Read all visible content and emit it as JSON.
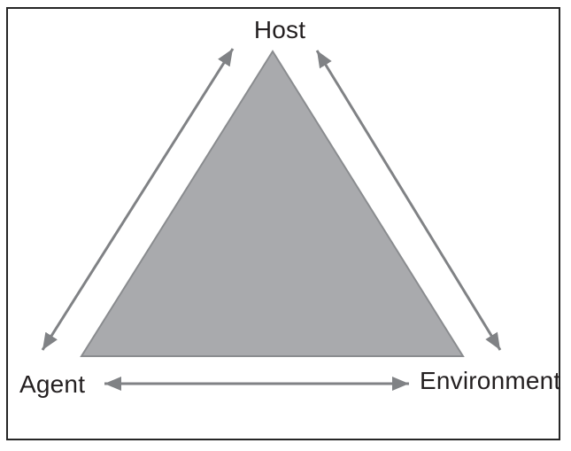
{
  "diagram": {
    "type": "epidemiologic-triangle",
    "nodes": {
      "host": {
        "label": "Host",
        "position": "top"
      },
      "agent": {
        "label": "Agent",
        "position": "bottom-left"
      },
      "environment": {
        "label": "Environment",
        "position": "bottom-right"
      }
    },
    "edges": [
      {
        "from": "Host",
        "to": "Agent",
        "style": "double-headed-arrow"
      },
      {
        "from": "Host",
        "to": "Environment",
        "style": "double-headed-arrow"
      },
      {
        "from": "Agent",
        "to": "Environment",
        "style": "double-headed-arrow"
      }
    ],
    "colors": {
      "triangle_fill": "#a9aaad",
      "triangle_stroke": "#8a8c8f",
      "arrow": "#808285",
      "text": "#231f20",
      "frame_border": "#262626"
    }
  }
}
